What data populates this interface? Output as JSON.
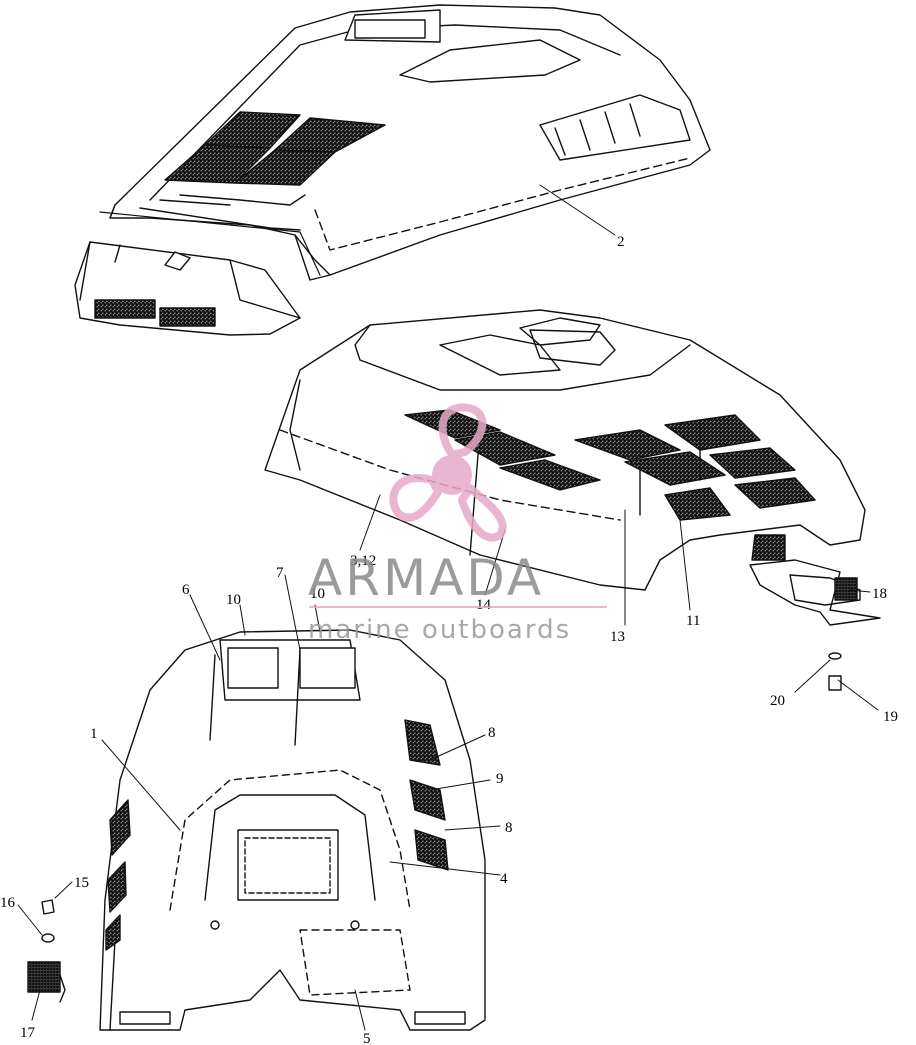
{
  "watermark": {
    "brand": "ARMADA",
    "tagline": "marine outboards",
    "color_pink": "#e7a9c8",
    "color_grey": "#8a8a8a"
  },
  "callouts": {
    "c1": "1",
    "c2": "2",
    "c3_12": "3,12",
    "c4": "4",
    "c5": "5",
    "c6": "6",
    "c7": "7",
    "c8a": "8",
    "c8b": "8",
    "c9": "9",
    "c10a": "10",
    "c10b": "10",
    "c11": "11",
    "c13": "13",
    "c14": "14",
    "c15": "15",
    "c16": "16",
    "c17": "17",
    "c18": "18",
    "c19": "19",
    "c20": "20"
  }
}
